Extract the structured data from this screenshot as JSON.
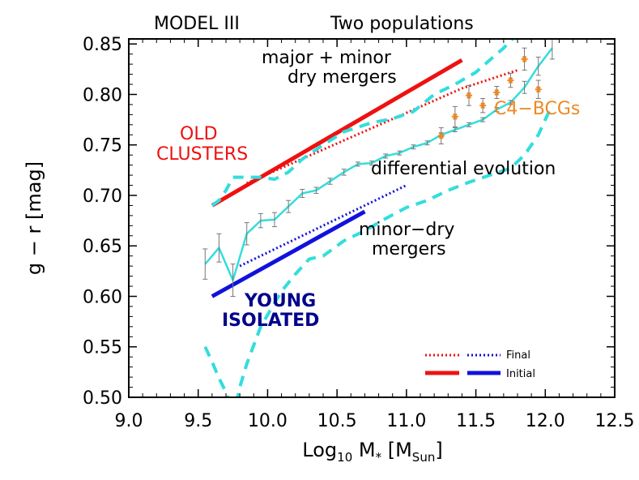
{
  "chart_data": {
    "type": "line",
    "xlim": [
      9.0,
      12.5
    ],
    "ylim": [
      0.5,
      0.855
    ],
    "x_ticks": [
      9.0,
      9.5,
      10.0,
      10.5,
      11.0,
      11.5,
      12.0,
      12.5
    ],
    "y_ticks": [
      0.5,
      0.55,
      0.6,
      0.65,
      0.7,
      0.75,
      0.8,
      0.85
    ],
    "x_tick_labels": [
      "9.0",
      "9.5",
      "10.0",
      "10.5",
      "11.0",
      "11.5",
      "12.0",
      "12.5"
    ],
    "y_tick_labels": [
      "0.50",
      "0.55",
      "0.60",
      "0.65",
      "0.70",
      "0.75",
      "0.80",
      "0.85"
    ],
    "xlabel": {
      "main": "Log",
      "sub": "10",
      "mid": " M",
      "star": "*",
      "bracket_open": " [M",
      "unit_sub": "Sun",
      "bracket_close": "]"
    },
    "ylabel": "g − r [mag]",
    "header_left": "MODEL III",
    "header_right": "Two populations",
    "colors": {
      "red": "#ee1111",
      "blue": "#1111dd",
      "cyan": "#33dddd",
      "orange": "#ee8822",
      "navy": "#00008b",
      "errbar": "#777777"
    },
    "series": [
      {
        "name": "Old clusters initial",
        "color": "#ee1111",
        "style": "solid",
        "width": 5,
        "x": [
          9.6,
          11.4
        ],
        "y": [
          0.69,
          0.834
        ]
      },
      {
        "name": "Old clusters final",
        "color": "#ee1111",
        "style": "dotted",
        "width": 3,
        "x": [
          9.85,
          11.4,
          11.8
        ],
        "y": [
          0.712,
          0.806,
          0.824
        ]
      },
      {
        "name": "Young isolated initial",
        "color": "#1111dd",
        "style": "solid",
        "width": 5,
        "x": [
          9.6,
          10.7
        ],
        "y": [
          0.6,
          0.684
        ]
      },
      {
        "name": "Young isolated final",
        "color": "#1111dd",
        "style": "dotted",
        "width": 3,
        "x": [
          9.8,
          11.0
        ],
        "y": [
          0.63,
          0.71
        ]
      },
      {
        "name": "Model mean",
        "color": "#33dddd",
        "style": "solid",
        "width": 2.5,
        "x": [
          9.55,
          9.65,
          9.75,
          9.85,
          9.95,
          10.05,
          10.15,
          10.25,
          10.35,
          10.45,
          10.55,
          10.65,
          10.75,
          10.85,
          10.95,
          11.05,
          11.15,
          11.25,
          11.35,
          11.45,
          11.55,
          11.65,
          11.75,
          11.85,
          11.95,
          12.05
        ],
        "y": [
          0.632,
          0.648,
          0.616,
          0.662,
          0.675,
          0.676,
          0.689,
          0.702,
          0.705,
          0.714,
          0.723,
          0.731,
          0.732,
          0.739,
          0.742,
          0.748,
          0.752,
          0.76,
          0.765,
          0.77,
          0.775,
          0.785,
          0.792,
          0.807,
          0.828,
          0.846
        ],
        "err": [
          0.015,
          0.014,
          0.016,
          0.011,
          0.007,
          0.007,
          0.006,
          0.004,
          0.003,
          0.003,
          0.003,
          0.002,
          0.002,
          0.002,
          0.002,
          0.002,
          0.002,
          0.002,
          0.002,
          0.002,
          0.002,
          0.002,
          0.002,
          0.006,
          0.009,
          0.011
        ]
      },
      {
        "name": "Upper envelope",
        "color": "#33dddd",
        "style": "dashed",
        "width": 4,
        "x": [
          9.6,
          9.65,
          9.7,
          9.75,
          9.85,
          9.95,
          10.05,
          10.15,
          10.25,
          10.4,
          10.55,
          10.75,
          10.9,
          11.05,
          11.2,
          11.35,
          11.5,
          11.6,
          11.7,
          11.8,
          11.9,
          12.0
        ],
        "y": [
          0.69,
          0.695,
          0.705,
          0.718,
          0.718,
          0.718,
          0.716,
          0.723,
          0.736,
          0.75,
          0.763,
          0.772,
          0.776,
          0.783,
          0.8,
          0.81,
          0.822,
          0.834,
          0.846,
          0.86,
          0.865,
          0.875
        ]
      },
      {
        "name": "Lower envelope",
        "color": "#33dddd",
        "style": "dashed",
        "width": 4,
        "x": [
          9.55,
          9.6,
          9.65,
          9.7,
          9.73,
          9.77,
          9.8,
          9.85,
          9.95,
          10.1,
          10.2,
          10.3,
          10.4,
          10.55,
          10.7,
          10.85,
          11.0,
          11.15,
          11.3,
          11.45,
          11.6,
          11.75,
          11.85,
          11.95,
          12.05
        ],
        "y": [
          0.55,
          0.535,
          0.519,
          0.505,
          0.492,
          0.492,
          0.51,
          0.533,
          0.57,
          0.605,
          0.622,
          0.637,
          0.64,
          0.655,
          0.665,
          0.677,
          0.688,
          0.695,
          0.705,
          0.713,
          0.72,
          0.727,
          0.74,
          0.76,
          0.79
        ]
      }
    ],
    "bcg_points": {
      "name": "C4-BCGs",
      "color": "#ee8822",
      "x": [
        11.25,
        11.35,
        11.45,
        11.55,
        11.65,
        11.75,
        11.85,
        11.95
      ],
      "y": [
        0.759,
        0.778,
        0.799,
        0.789,
        0.802,
        0.814,
        0.835,
        0.805
      ],
      "err": [
        0.008,
        0.01,
        0.01,
        0.007,
        0.006,
        0.007,
        0.011,
        0.009
      ]
    },
    "annotations": [
      {
        "text": "major + minor",
        "color": "#000000"
      },
      {
        "text": "dry mergers",
        "color": "#000000"
      },
      {
        "text": "OLD",
        "color": "#ee1111"
      },
      {
        "text": "CLUSTERS",
        "color": "#ee1111"
      },
      {
        "text": "C4−BCGs",
        "color": "#ee8822"
      },
      {
        "text": "differential evolution",
        "color": "#000000"
      },
      {
        "text": "minor−dry",
        "color": "#000000"
      },
      {
        "text": "mergers",
        "color": "#000000"
      },
      {
        "text": "YOUNG",
        "color": "#00008b"
      },
      {
        "text": "ISOLATED",
        "color": "#00008b"
      }
    ],
    "legend": [
      {
        "label": "Final",
        "style": "dotted"
      },
      {
        "label": "Initial",
        "style": "solid"
      }
    ]
  }
}
